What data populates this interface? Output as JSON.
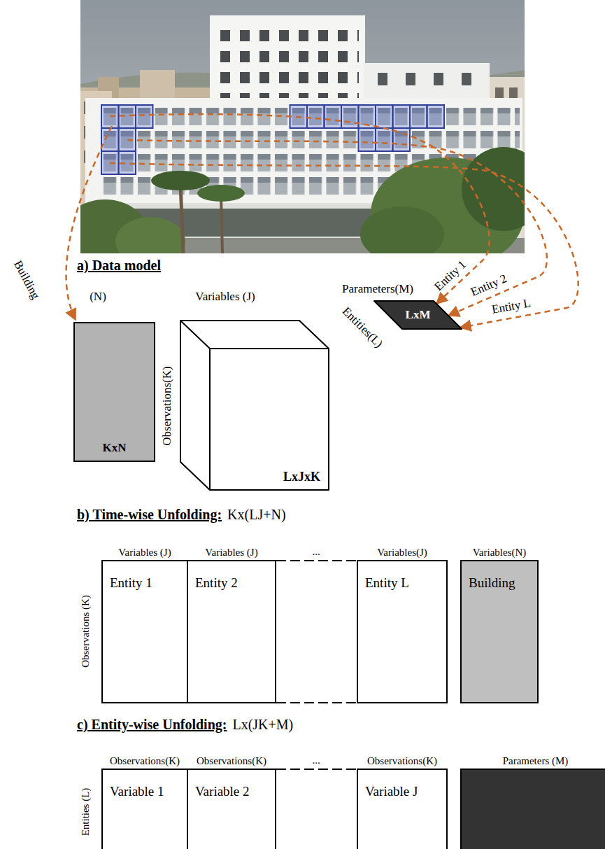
{
  "diagram": {
    "nodes": [
      {
        "text": [
          "KxN"
        ]
      },
      {
        "text": [
          "LxJxK"
        ]
      },
      {
        "text": [
          "LxM"
        ]
      },
      {
        "text": [
          "Variables (J)",
          "Entity 1"
        ]
      },
      {
        "text": [
          "Variables (J)",
          "Entity 2"
        ]
      },
      {
        "text": [
          "Variables(J)",
          "Entity L"
        ]
      },
      {
        "text": [
          "Variables(N)",
          "Building"
        ]
      },
      {
        "text": [
          "Observations(K)",
          "Variable 1"
        ]
      },
      {
        "text": [
          "Observations(K)",
          "Variable 2"
        ]
      },
      {
        "text": [
          "Observations(K)",
          "Variable J"
        ]
      },
      {
        "text": [
          "Parameters (M)"
        ]
      }
    ],
    "labels": [
      "a) Data model",
      "Building",
      "(N)",
      "Variables (J)",
      "Observations(K)",
      "Entities(L)",
      "Parameters(M)",
      "Entity 1",
      "Entity 2",
      "Entity L",
      "b) Time-wise Unfolding:",
      "Kx(LJ+N)",
      "Observations (K)",
      "...",
      "c) Entity-wise Unfolding:",
      "Lx(JK+M)",
      "Entities (L)",
      "..."
    ]
  }
}
